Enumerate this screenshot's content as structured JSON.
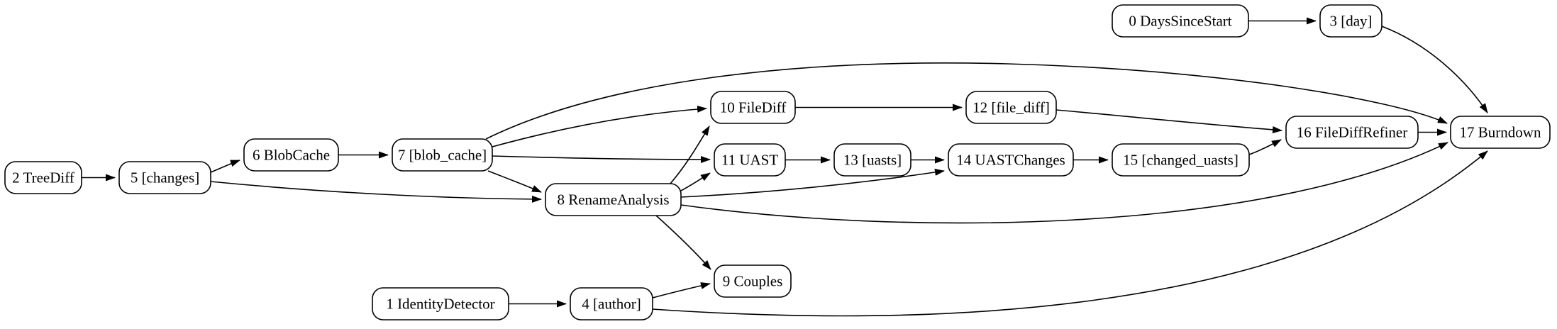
{
  "diagram": {
    "type": "directed-graph",
    "background": "#ffffff",
    "node_fill": "#ffffff",
    "node_border": "#000000",
    "edge_color": "#000000",
    "nodes": [
      {
        "id": "0",
        "label": "0 DaysSinceStart"
      },
      {
        "id": "1",
        "label": "1 IdentityDetector"
      },
      {
        "id": "2",
        "label": "2 TreeDiff"
      },
      {
        "id": "3",
        "label": "3 [day]"
      },
      {
        "id": "4",
        "label": "4 [author]"
      },
      {
        "id": "5",
        "label": "5 [changes]"
      },
      {
        "id": "6",
        "label": "6 BlobCache"
      },
      {
        "id": "7",
        "label": "7 [blob_cache]"
      },
      {
        "id": "8",
        "label": "8 RenameAnalysis"
      },
      {
        "id": "9",
        "label": "9 Couples"
      },
      {
        "id": "10",
        "label": "10 FileDiff"
      },
      {
        "id": "11",
        "label": "11 UAST"
      },
      {
        "id": "12",
        "label": "12 [file_diff]"
      },
      {
        "id": "13",
        "label": "13 [uasts]"
      },
      {
        "id": "14",
        "label": "14 UASTChanges"
      },
      {
        "id": "15",
        "label": "15 [changed_uasts]"
      },
      {
        "id": "16",
        "label": "16 FileDiffRefiner"
      },
      {
        "id": "17",
        "label": "17 Burndown"
      }
    ],
    "edges": [
      {
        "from": "0 DaysSinceStart",
        "to": "3 [day]"
      },
      {
        "from": "3 [day]",
        "to": "17 Burndown"
      },
      {
        "from": "2 TreeDiff",
        "to": "5 [changes]"
      },
      {
        "from": "5 [changes]",
        "to": "6 BlobCache"
      },
      {
        "from": "5 [changes]",
        "to": "8 RenameAnalysis"
      },
      {
        "from": "6 BlobCache",
        "to": "7 [blob_cache]"
      },
      {
        "from": "7 [blob_cache]",
        "to": "10 FileDiff"
      },
      {
        "from": "7 [blob_cache]",
        "to": "11 UAST"
      },
      {
        "from": "7 [blob_cache]",
        "to": "8 RenameAnalysis"
      },
      {
        "from": "7 [blob_cache]",
        "to": "17 Burndown"
      },
      {
        "from": "8 RenameAnalysis",
        "to": "10 FileDiff"
      },
      {
        "from": "8 RenameAnalysis",
        "to": "11 UAST"
      },
      {
        "from": "8 RenameAnalysis",
        "to": "14 UASTChanges"
      },
      {
        "from": "8 RenameAnalysis",
        "to": "9 Couples"
      },
      {
        "from": "8 RenameAnalysis",
        "to": "17 Burndown"
      },
      {
        "from": "10 FileDiff",
        "to": "12 [file_diff]"
      },
      {
        "from": "12 [file_diff]",
        "to": "16 FileDiffRefiner"
      },
      {
        "from": "11 UAST",
        "to": "13 [uasts]"
      },
      {
        "from": "13 [uasts]",
        "to": "14 UASTChanges"
      },
      {
        "from": "14 UASTChanges",
        "to": "15 [changed_uasts]"
      },
      {
        "from": "15 [changed_uasts]",
        "to": "16 FileDiffRefiner"
      },
      {
        "from": "16 FileDiffRefiner",
        "to": "17 Burndown"
      },
      {
        "from": "1 IdentityDetector",
        "to": "4 [author]"
      },
      {
        "from": "4 [author]",
        "to": "9 Couples"
      },
      {
        "from": "4 [author]",
        "to": "17 Burndown"
      }
    ]
  }
}
